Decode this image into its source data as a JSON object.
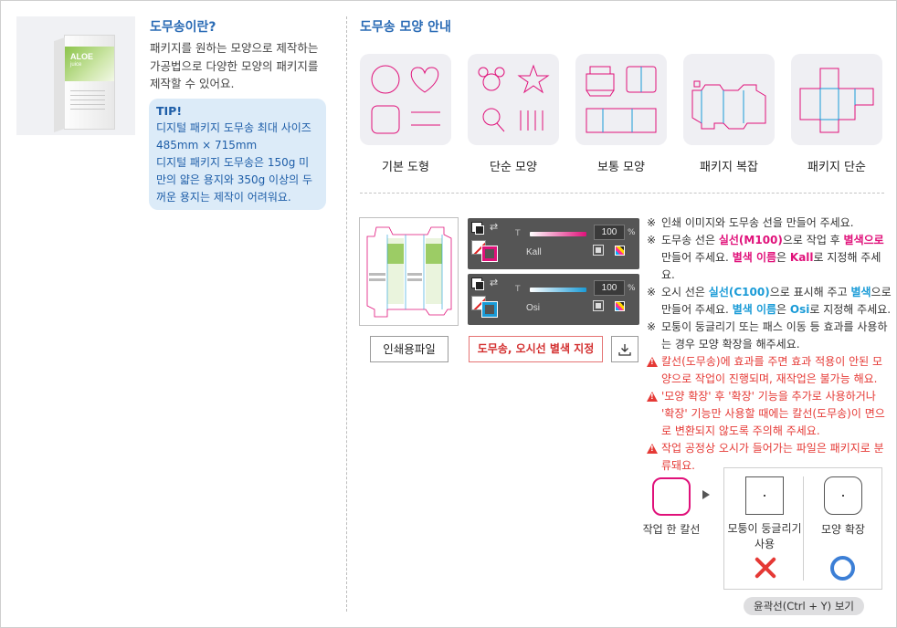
{
  "intro": {
    "title": "도무송이란?",
    "text": "패키지를 원하는 모양으로 제작하는 가공법으로 다양한 모양의 패키지를 제작할 수 있어요.",
    "product_brand": "ALOE",
    "product_sub": "juice"
  },
  "tip": {
    "title": "TIP!",
    "line1": "디지털 패키지 도무송 최대 사이즈",
    "line2": "485mm × 715mm",
    "line3": "디지털 패키지 도무송은 150g 미만의 얇은 용지와 350g 이상의 두꺼운 용지는 제작이 어려워요."
  },
  "shapes": {
    "title": "도무송 모양 안내",
    "items": [
      {
        "label": "기본 도형"
      },
      {
        "label": "단순 모양"
      },
      {
        "label": "보통 모양"
      },
      {
        "label": "패키지 복잡"
      },
      {
        "label": "패키지 단순"
      }
    ]
  },
  "swatches": {
    "tint_symbol": "T",
    "percent_symbol": "%",
    "kall": {
      "name": "Kall",
      "value": "100",
      "color": "#e0117a"
    },
    "osi": {
      "name": "Osi",
      "value": "100",
      "color": "#1a9bd7"
    }
  },
  "buttons": {
    "print_file": "인쇄용파일",
    "assign_spot": "도무송, 오시선 별색 지정"
  },
  "notes": {
    "n1": "인쇄 이미지와 도무송 선을 만들어 주세요.",
    "n2_a": "도무송 선은 ",
    "n2_b": "실선(M100)",
    "n2_c": "으로 작업 후 ",
    "n2_d": "별색으로",
    "n2_e": " 만들어 주세요. ",
    "n2_f": "별색 이름",
    "n2_g": "은 ",
    "n2_h": "Kall",
    "n2_i": "로 지정해 주세요.",
    "n3_a": "오시 선은 ",
    "n3_b": "실선(C100)",
    "n3_c": "으로 표시해 주고 ",
    "n3_d": "별색",
    "n3_e": "으로 만들어 주세요. ",
    "n3_f": "별색 이름",
    "n3_g": "은 ",
    "n3_h": "Osi",
    "n3_i": "로 지정해 주세요.",
    "n4": "모퉁이 둥글리기 또는 패스 이동 등 효과를 사용하는 경우 모양 확장을 해주세요.",
    "w1": "칼선(도무송)에 효과를 주면 효과 적용이 안된 모양으로 작업이 진행되며, 재작업은 불가능 해요.",
    "w2": "'모양 확장' 후 '확장' 기능을 추가로 사용하거나 '확장' 기능만 사용할 때에는 칼선(도무송)이 면으로 변환되지 않도록 주의해 주세요.",
    "w3": "작업 공정상 오시가 들어가는 파일은 패키지로 분류돼요.",
    "ref_mark": "※"
  },
  "compare": {
    "worked_label": "작업 한 칼선",
    "rounded_label": "모퉁이 둥글리기 사용",
    "expand_label": "모양 확장",
    "outline_button": "윤곽선(Ctrl + Y) 보기"
  },
  "colors": {
    "accent_blue": "#2a6bb5",
    "magenta": "#e0117a",
    "cyan": "#1a9bd7",
    "warning_red": "#e53935"
  }
}
